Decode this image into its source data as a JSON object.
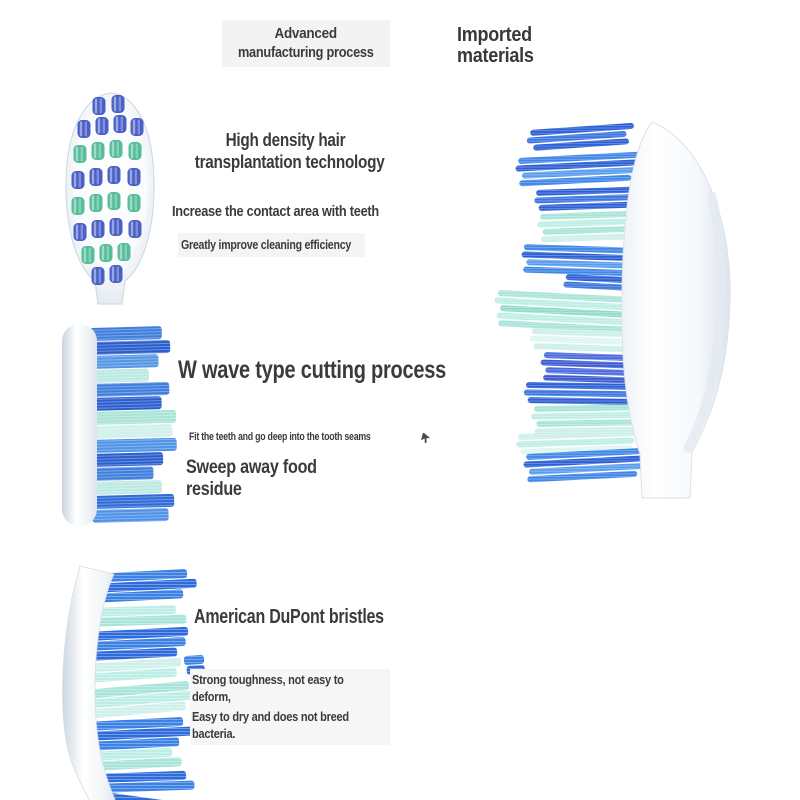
{
  "header": {
    "advanced_line1": "Advanced",
    "advanced_line2": "manufacturing process",
    "imported_line1": "Imported",
    "imported_line2": "materials"
  },
  "section_density": {
    "title_line1": "High density hair",
    "title_line2": "transplantation technology",
    "point1": "Increase the contact area with teeth",
    "point2": "Greatly improve cleaning efficiency"
  },
  "section_wave": {
    "title": "W wave type cutting process",
    "point1": "Fit the teeth and go deep into the tooth seams",
    "point2_line1": "Sweep away food",
    "point2_line2": "residue"
  },
  "section_bristles": {
    "title": "American DuPont bristles",
    "point1_line1": "Strong toughness, not easy to",
    "point1_line2": "deform,",
    "point2_line1": "Easy to dry and does not breed",
    "point2_line2": "bacteria."
  },
  "images": {
    "brush_front": "toothbrush-head-front-view-with-blue-and-green-tufts",
    "brush_side_wave": "toothbrush-head-side-view-w-wave-cut-bristles",
    "brush_side_bristles": "toothbrush-head-side-view-dupont-bristles",
    "brush_large": "large-toothbrush-head-side-view"
  },
  "icons": {
    "cursor": "cursor-arrow-icon"
  },
  "colors": {
    "text": "#3b3b3b",
    "highlight_bg": "#f3f3f3",
    "royal_blue": "#2a5ece",
    "medium_blue": "#3f86e6",
    "light_blue": "#5a9cec",
    "mint": "#a9e4da",
    "light_mint": "#cff0ea",
    "tuft_blue": "#4a60c6",
    "tuft_green": "#55bd9a",
    "handle_white": "#ffffff",
    "handle_shadow": "#dde4ec"
  }
}
